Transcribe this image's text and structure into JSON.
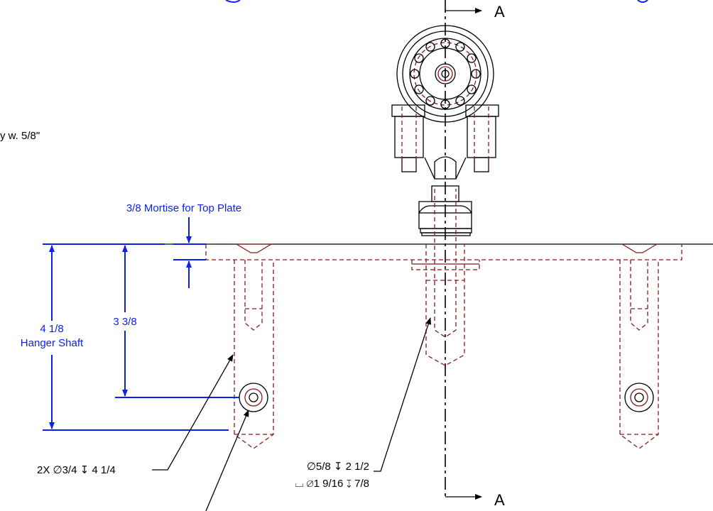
{
  "labels": {
    "partial_note": "y w. 5/8\"",
    "mortise": "3/8 Mortise for Top Plate",
    "overall_value": "4 1/8",
    "overall_name": "Hanger Shaft",
    "pin_height": "3 3/8",
    "side_holes": "2X ∅3/4 ↧ 4 1/4",
    "center_hole": "∅5/8 ↧ 2 1/2",
    "counterbore": "⌴ ∅1 9/16 ↧ 7/8",
    "section_top": "A",
    "section_bottom": "A"
  },
  "colors": {
    "dimension": "#0b1ff0",
    "hidden": "#8b1a1a",
    "outline": "#000000"
  },
  "icons": {
    "section_arrow": "arrow-right-icon",
    "dimension_arrow": "arrowhead-icon"
  }
}
